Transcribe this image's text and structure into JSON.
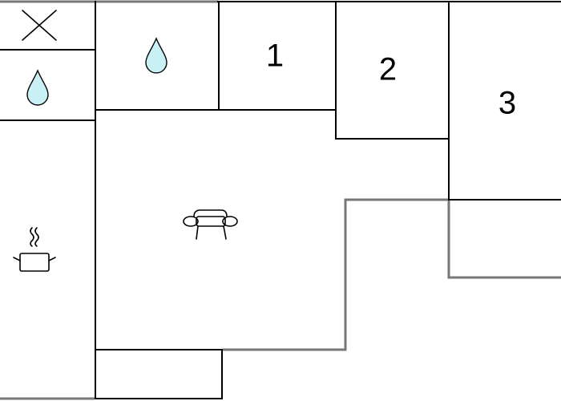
{
  "rooms": {
    "bedroom_1": {
      "label": "1"
    },
    "bedroom_2": {
      "label": "2"
    },
    "bedroom_3": {
      "label": "3"
    }
  },
  "icons": {
    "toilet": "close-icon",
    "bathroom_top": "water-drop-icon",
    "bathroom_left": "water-drop-icon",
    "living": "sofa-icon",
    "kitchen": "cooking-pot-icon"
  },
  "colors": {
    "wall": "#000000",
    "outer_wall": "#777777",
    "water_drop": "#c8f0f5",
    "background": "#ffffff"
  }
}
